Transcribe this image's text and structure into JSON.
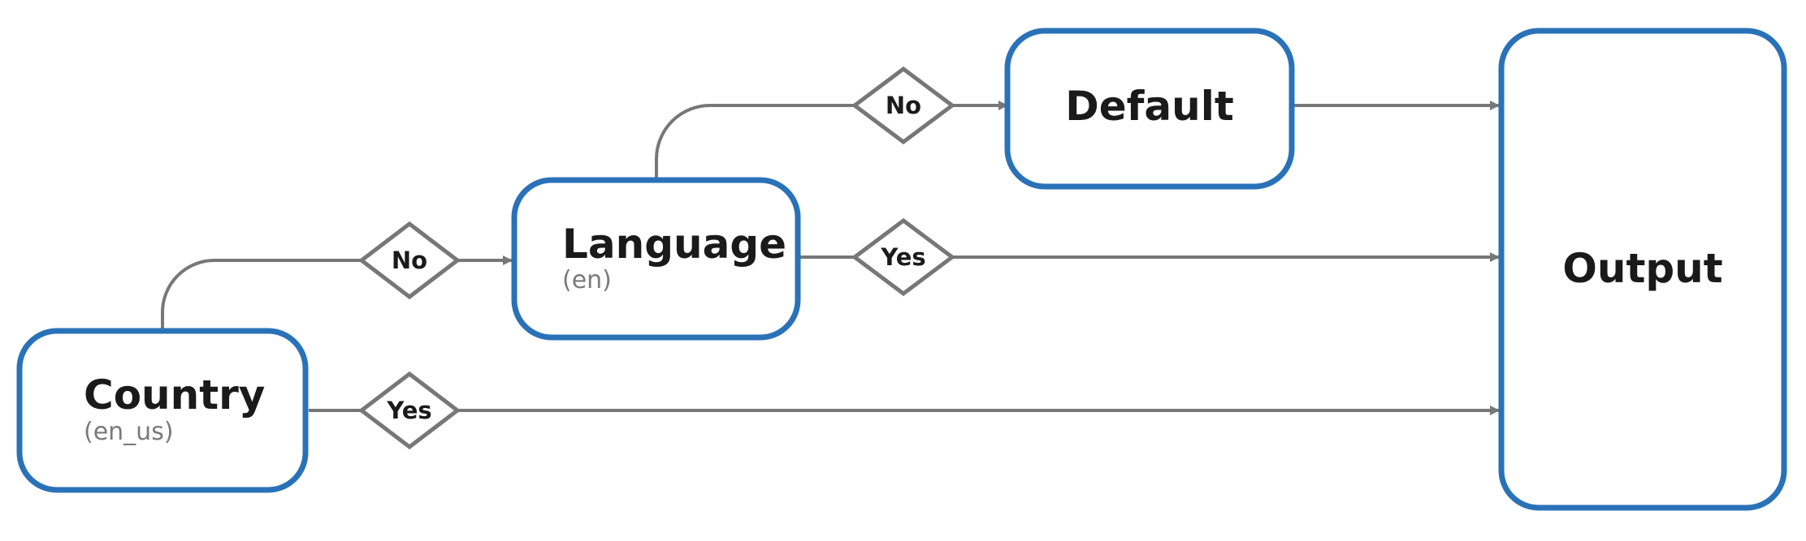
{
  "colors": {
    "node_border": "#2a72b8",
    "connector": "#777777",
    "text": "#1a1a1a",
    "subtext": "#7a7a7a"
  },
  "nodes": {
    "country": {
      "title": "Country",
      "subtitle": "(en_us)"
    },
    "language": {
      "title": "Language",
      "subtitle": "(en)"
    },
    "default": {
      "title": "Default"
    },
    "output": {
      "title": "Output"
    }
  },
  "decisions": {
    "country_no": "No",
    "country_yes": "Yes",
    "language_no": "No",
    "language_yes": "Yes"
  }
}
